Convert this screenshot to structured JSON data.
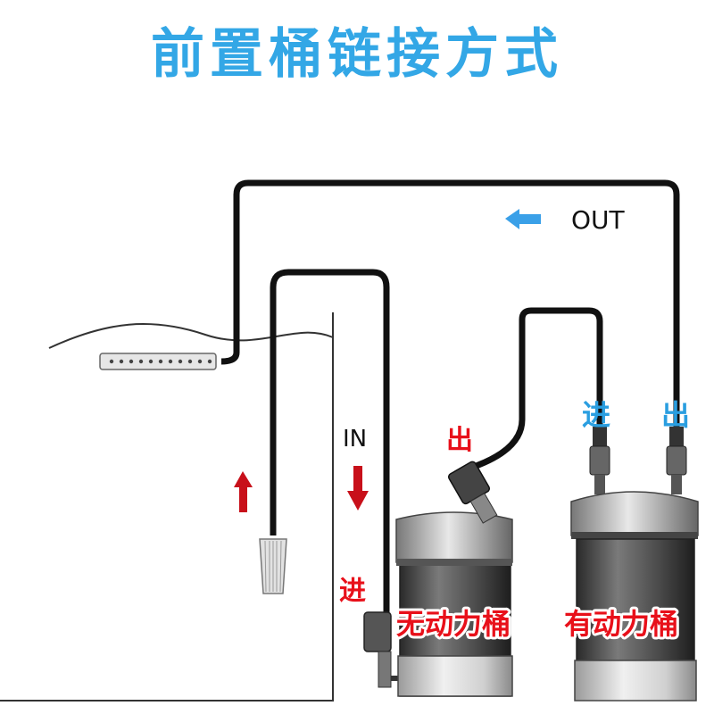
{
  "title": "前置桶链接方式",
  "labels": {
    "out": "OUT",
    "in": "IN",
    "pre_filter_out": "出",
    "pre_filter_in": "进",
    "pre_filter_name": "无动力桶",
    "main_filter_in": "进",
    "main_filter_out": "出",
    "main_filter_name": "有动力桶"
  },
  "colors": {
    "title": "#33a7e6",
    "label_red": "#e8101a",
    "label_blue": "#2a9ee0",
    "flow_arrow_blue": "#3aa0e8",
    "flow_arrow_red": "#c8101a"
  }
}
